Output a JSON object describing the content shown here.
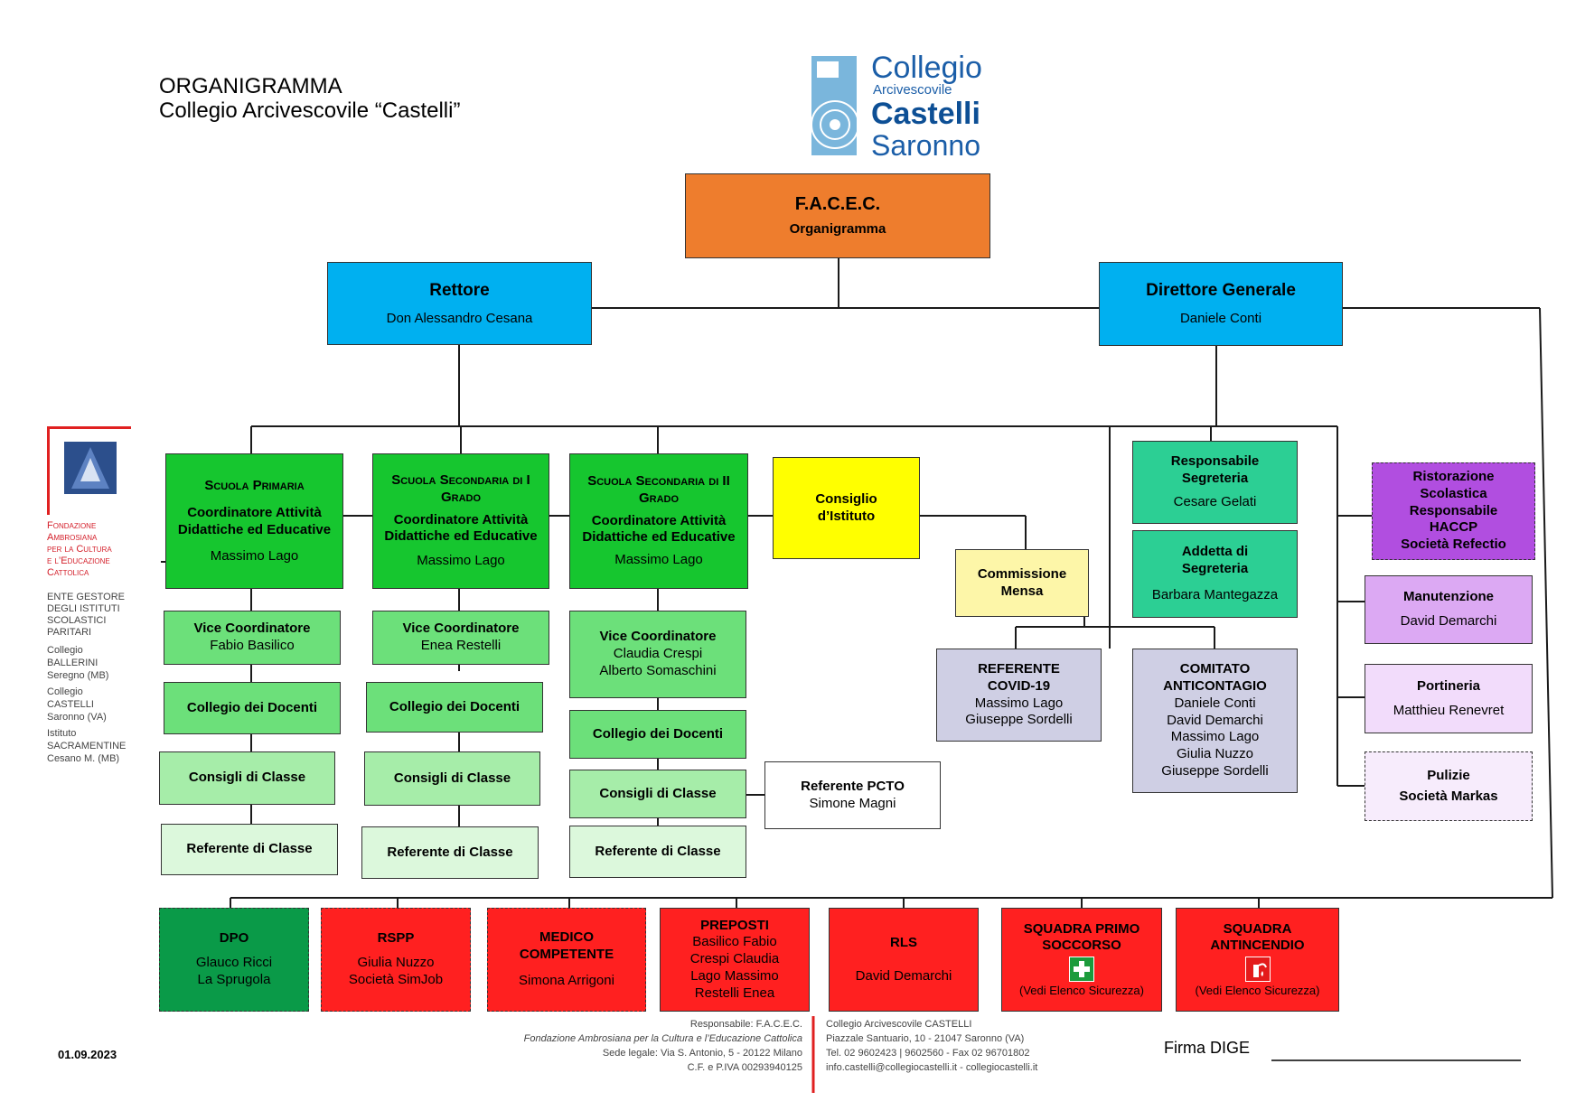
{
  "header": {
    "title": "ORGANIGRAMMA",
    "subtitle": "Collegio Arcivescovile “Castelli”"
  },
  "logo": {
    "line1": "Collegio",
    "line2": "Arcivescovile",
    "line3": "Castelli",
    "line4": "Saronno"
  },
  "top": {
    "title": "F.A.C.E.C.",
    "sub": "Organigramma"
  },
  "rettore": {
    "title": "Rettore",
    "name": "Don Alessandro Cesana"
  },
  "direttore": {
    "title": "Direttore Generale",
    "name": "Daniele Conti"
  },
  "primaria": {
    "head1": "Scuola Primaria",
    "head2": "Coordinatore Attività Didattiche ed Educative",
    "name": "Massimo Lago",
    "vice": "Vice Coordinatore",
    "vice_name": "Fabio Basilico",
    "docenti": "Collegio dei Docenti",
    "classe": "Consigli di Classe",
    "referente": "Referente di Classe"
  },
  "secondaria1": {
    "head1": "Scuola Secondaria di I Grado",
    "head2": "Coordinatore Attività Didattiche ed Educative",
    "name": "Massimo Lago",
    "vice": "Vice Coordinatore",
    "vice_name": "Enea Restelli",
    "docenti": "Collegio dei Docenti",
    "classe": "Consigli di Classe",
    "referente": "Referente di Classe"
  },
  "secondaria2": {
    "head1": "Scuola Secondaria di II Grado",
    "head2": "Coordinatore Attività Didattiche ed Educative",
    "name": "Massimo Lago",
    "vice": "Vice Coordinatore",
    "vice_name1": "Claudia Crespi",
    "vice_name2": "Alberto Somaschini",
    "docenti": "Collegio dei Docenti",
    "classe": "Consigli di Classe",
    "referente": "Referente di Classe"
  },
  "pcto": {
    "title": "Referente PCTO",
    "name": "Simone Magni"
  },
  "consiglio": {
    "title": "Consiglio d’Istituto"
  },
  "mensa": {
    "title": "Commissione Mensa"
  },
  "covid": {
    "title": "REFERENTE COVID-19",
    "n1": "Massimo Lago",
    "n2": "Giuseppe Sordelli"
  },
  "comitato": {
    "title": "COMITATO ANTICONTAGIO",
    "n1": "Daniele Conti",
    "n2": "David Demarchi",
    "n3": "Massimo Lago",
    "n4": "Giulia Nuzzo",
    "n5": "Giuseppe Sordelli"
  },
  "segreteria": {
    "title": "Responsabile Segreteria",
    "name": "Cesare Gelati"
  },
  "addetta": {
    "title": "Addetta di Segreteria",
    "name": "Barbara Mantegazza"
  },
  "ristorazione": {
    "l1": "Ristorazione Scolastica",
    "l2": "Responsabile HACCP",
    "l3": "Società Refectio"
  },
  "manutenzione": {
    "title": "Manutenzione",
    "name": "David Demarchi"
  },
  "portineria": {
    "title": "Portineria",
    "name": "Matthieu Renevret"
  },
  "pulizie": {
    "title": "Pulizie",
    "name": "Società Markas"
  },
  "bottom": {
    "dpo": {
      "title": "DPO",
      "n1": "Glauco Ricci",
      "n2": "La Sprugola"
    },
    "rspp": {
      "title": "RSPP",
      "n1": "Giulia Nuzzo",
      "n2": "Società SimJob"
    },
    "medico": {
      "title": "MEDICO COMPETENTE",
      "n1": "Simona Arrigoni"
    },
    "preposti": {
      "title": "PREPOSTI",
      "n1": "Basilico Fabio",
      "n2": "Crespi Claudia",
      "n3": "Lago Massimo",
      "n4": "Restelli Enea"
    },
    "rls": {
      "title": "RLS",
      "n1": "David Demarchi"
    },
    "primo": {
      "title": "SQUADRA PRIMO SOCCORSO",
      "note": "(Vedi Elenco Sicurezza)"
    },
    "antincendio": {
      "title": "SQUADRA ANTINCENDIO",
      "note": "(Vedi Elenco Sicurezza)"
    }
  },
  "sidebar": {
    "fond1": "Fondazione",
    "fond2": "Ambrosiana",
    "fond3": "per la Cultura",
    "fond4": "e l’Educazione",
    "fond5": "Cattolica",
    "ente1": "Ente gestore",
    "ente2": "degli istituti",
    "ente3": "scolastici",
    "ente4": "paritari",
    "s1a": "Collegio",
    "s1b": "Ballerini",
    "s1c": "Seregno (MB)",
    "s2a": "Collegio",
    "s2b": "Castelli",
    "s2c": "Saronno (VA)",
    "s3a": "Istituto",
    "s3b": "Sacramentine",
    "s3c": "Cesano M. (MB)"
  },
  "footer": {
    "date": "01.09.2023",
    "left1": "Responsabile: F.A.C.E.C.",
    "left2": "Fondazione Ambrosiana per la Cultura e l’Educazione Cattolica",
    "left3": "Sede legale: Via S. Antonio, 5 - 20122 Milano",
    "left4": "C.F. e P.IVA 00293940125",
    "right1": "Collegio Arcivescovile CASTELLI",
    "right2": "Piazzale Santuario, 10 - 21047 Saronno (VA)",
    "right3": "Tel. 02 9602423 | 9602560 - Fax 02 96701802",
    "right4": "info.castelli@collegiocastelli.it - collegiocastelli.it",
    "firma": "Firma DIGE"
  }
}
